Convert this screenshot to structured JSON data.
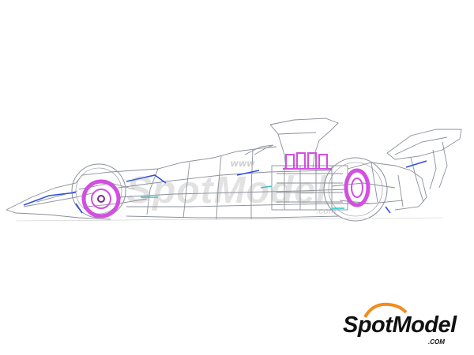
{
  "watermark": {
    "url_text": "www",
    "brand_text": "SpotModel",
    "domain_text": ".com"
  },
  "logo": {
    "brand_prefix": "Spot",
    "brand_suffix": "Model",
    "domain": ".COM"
  },
  "colors": {
    "line": "#8a8f99",
    "brake": "#d24fe0",
    "accent_blue": "#2f4ee0",
    "accent_cyan": "#2ec8c8",
    "logo_swoosh": "#f28c1a"
  }
}
